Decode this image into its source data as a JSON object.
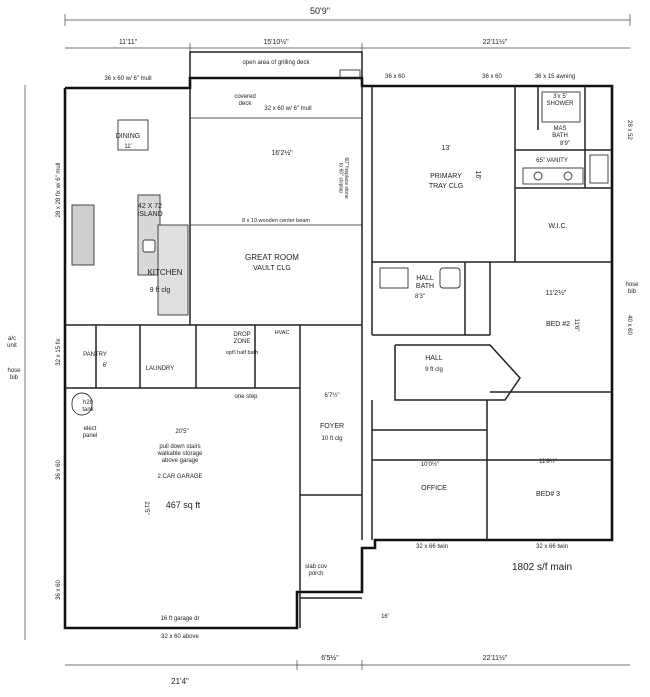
{
  "dimensions": {
    "overall_top": "50'9\"",
    "top_left": "11'11\"",
    "top_mid": "15'10½\"",
    "top_right": "22'11½\"",
    "bottom_left": "21'4\"",
    "bottom_mid": "6'5½\"",
    "bottom_right": "22'11½\"",
    "left_a": "28 x 28 fix w/ 6\" mull",
    "left_b": "32 x 15 fix",
    "left_c": "36 x 60",
    "left_d": "36 x 60",
    "right_a": "28 x 52",
    "right_b": "40 x 60"
  },
  "windows": {
    "top_left": "36 x 60 w/ 6\" mull",
    "covered_deck_window": "32 x 60 w/ 6\" mull",
    "primary_window_1": "36 x 60",
    "primary_window_2": "36 x 60",
    "shower_window": "36 x 15 awning",
    "front_twin_left": "32 x 66 twin",
    "front_twin_right": "32 x 66 twin",
    "garage_rear": "32 x 60 above",
    "garage_door": "16 ft garage dr"
  },
  "rooms": {
    "grilling_deck": "open area of grilling deck",
    "covered_deck": "covered\ndeck",
    "dining": "DINING",
    "dining_dim": "11'",
    "island": "42 X 72\nISLAND",
    "kitchen": "KITCHEN",
    "kitchen_clg": "9 ft clg",
    "great_room": "GREAT ROOM",
    "great_room_clg": "VAULT CLG",
    "great_room_w": "16'2½\"",
    "beam": "8 x 10 wooden center beam",
    "primary": "PRIMARY",
    "primary_clg": "TRAY CLG",
    "primary_w": "13'",
    "primary_h": "16'",
    "mas_bath": "MAS\nBATH",
    "mas_bath_dim": "8'9\"",
    "shower": "3'x 5'\nSHOWER",
    "vanity": "65\" VANITY",
    "wic": "W.I.C.",
    "hall_bath": "HALL\nBATH",
    "hall_bath_dim": "8'3\"",
    "hall": "HALL",
    "hall_clg": "9 ft clg",
    "bed2": "BED #2",
    "bed2_w": "11'2½\"",
    "bed2_h": "11'6\"",
    "pantry": "PANTRY",
    "pantry_dim": "6'",
    "laundry": "LAUNDRY",
    "drop_zone": "DROP\nZONE",
    "half_bath": "opt'l half bath",
    "foyer": "FOYER",
    "foyer_clg": "10 ft clg",
    "foyer_w": "6'7½\"",
    "office": "OFFICE",
    "office_w": "10'0½\"",
    "bed3": "BED# 3",
    "bed3_w": "11'8½\"",
    "garage_area": "467 sq ft",
    "garage": "2 CAR GARAGE",
    "garage_stairs": "pull down stairs\nwalkable storage\nabove garage",
    "garage_w": "20'5\"",
    "garage_h": "21'5\"",
    "porch": "slab cov\nporch",
    "porch_w": "16'",
    "tank": "h20\ntank",
    "elect": "elect\npanel",
    "one_step": "one step",
    "fireplace": "60\" fireplace stone\nto 60\" shiplap",
    "hvac": "HVAC",
    "ac_unit": "a/c\nunit",
    "hose_bib_l": "hose\nbib",
    "hose_bib_r": "hose\nbib",
    "total": "1802 s/f main"
  }
}
